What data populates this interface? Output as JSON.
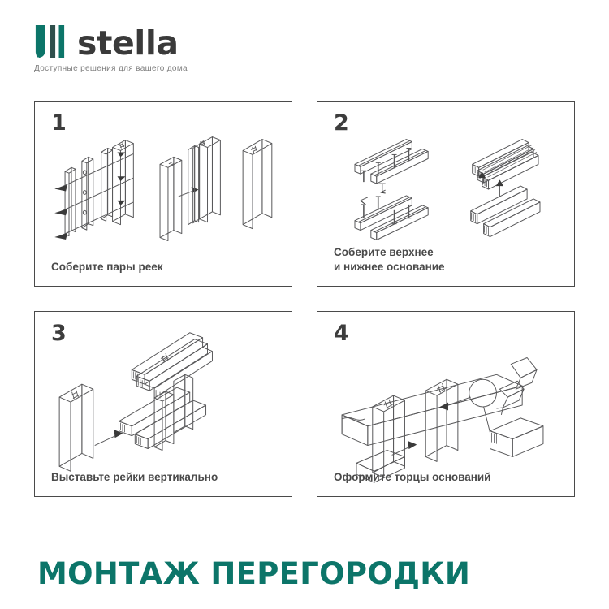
{
  "brand": {
    "logo_icon": "stella-bars-logo-icon",
    "name": "stella",
    "tagline": "Доступные решения для вашего дома",
    "accent_color": "#0c7569",
    "wordmark_color": "#3a3a3a"
  },
  "panels": [
    {
      "number": "1",
      "caption": "Соберите пары реек",
      "art": "slat-pairs-with-screws-isometric"
    },
    {
      "number": "2",
      "caption": "Соберите верхнее\nи нижнее основание",
      "art": "top-and-bottom-base-rails-isometric"
    },
    {
      "number": "3",
      "caption": "Выставьте рейки вертикально",
      "art": "vertical-slats-into-frame-isometric"
    },
    {
      "number": "4",
      "caption": "Оформите торцы оснований",
      "art": "finish-base-ends-with-tool-isometric"
    }
  ],
  "title": {
    "text": "МОНТАЖ ПЕРЕГОРОДКИ",
    "color": "#0c7569"
  },
  "line_color": "#4a4a4a",
  "art_stroke_color": "#58585a"
}
